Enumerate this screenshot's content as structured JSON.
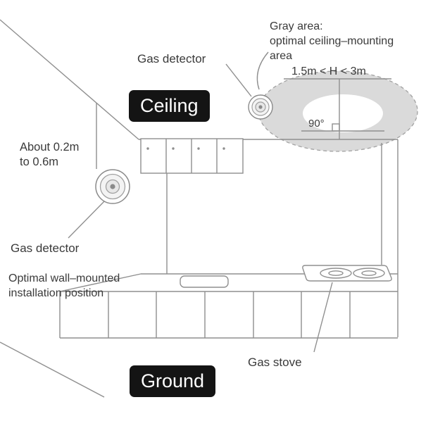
{
  "colors": {
    "line": "#8f8f8f",
    "text": "#3a3a3a",
    "badge_bg": "#141414",
    "badge_text": "#ffffff",
    "gray_area_fill": "#dadada",
    "gray_area_border": "#a2a2a2"
  },
  "labels": {
    "gas_detector_ceiling": "Gas detector",
    "gray_area": {
      "line1": "Gray area:",
      "line2": "optimal ceiling–mounting",
      "line3": "area"
    },
    "height_range": "1.5m < H < 3m",
    "angle": "90°",
    "ceiling": "Ceiling",
    "distance": {
      "line1": "About 0.2m",
      "line2": "to 0.6m"
    },
    "gas_detector_wall": "Gas detector",
    "wall_position": {
      "line1": "Optimal wall–mounted",
      "line2": "installation position"
    },
    "gas_stove": "Gas stove",
    "ground": "Ground"
  }
}
